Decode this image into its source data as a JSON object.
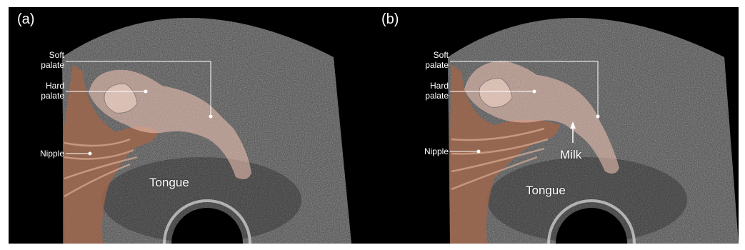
{
  "panels": [
    {
      "label": "(a)",
      "labels": {
        "soft_palate_1": "Soft",
        "soft_palate_2": "palate",
        "hard_palate_1": "Hard",
        "hard_palate_2": "palate",
        "nipple": "Nipple",
        "tongue": "Tongue"
      }
    },
    {
      "label": "(b)",
      "labels": {
        "soft_palate_1": "Soft",
        "soft_palate_2": "palate",
        "hard_palate_1": "Hard",
        "hard_palate_2": "palate",
        "nipple": "Nipple",
        "milk": "Milk",
        "tongue": "Tongue"
      }
    }
  ],
  "colors": {
    "background": "#000000",
    "nipple_overlay": "#a0654a",
    "palate_overlay": "#f4c7b7",
    "callout_line": "#ffffff"
  }
}
